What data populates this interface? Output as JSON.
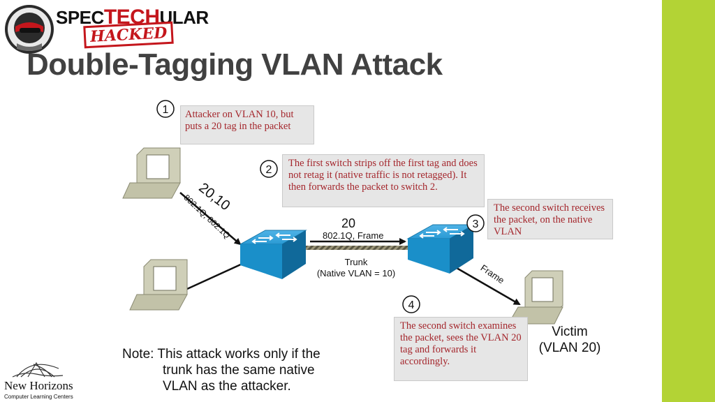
{
  "brand": {
    "logo_prefix": "SPEC",
    "logo_tech": "TECH",
    "logo_suffix": "ULAR",
    "logo_stamp": "HACKED"
  },
  "title": "Double-Tagging VLAN Attack",
  "steps": [
    {
      "number": "1",
      "text": "Attacker on VLAN 10, but puts a 20 tag in the packet"
    },
    {
      "number": "2",
      "text": "The first switch strips off the first tag and does not retag it (native traffic is not retagged). It then forwards the packet to switch 2."
    },
    {
      "number": "3",
      "text": "The second switch receives the packet, on the native VLAN"
    },
    {
      "number": "4",
      "text": "The second switch examines the packet, sees the VLAN 20 tag and forwards it accordingly."
    }
  ],
  "labels": {
    "attacker_tags": "20,10",
    "attacker_headers": "802.1Q, 802.1Q",
    "trunk_tag": "20",
    "trunk_headers": "802.1Q, Frame",
    "trunk_line1": "Trunk",
    "trunk_line2": "(Native VLAN = 10)",
    "victim_frame": "Frame",
    "victim_line1": "Victim",
    "victim_line2": "(VLAN 20)"
  },
  "note": {
    "prefix": "Note:",
    "line1": "This attack works only if the",
    "line2": "trunk has the same native",
    "line3": "VLAN as the attacker."
  },
  "footer_logo": {
    "name": "New Horizons",
    "tagline": "Computer Learning Centers"
  },
  "colors": {
    "accent_bar": "#b3d335",
    "callout_text": "#a4262c",
    "callout_bg": "#e6e6e6",
    "switch": "#1a8fc9",
    "title": "#414141"
  }
}
